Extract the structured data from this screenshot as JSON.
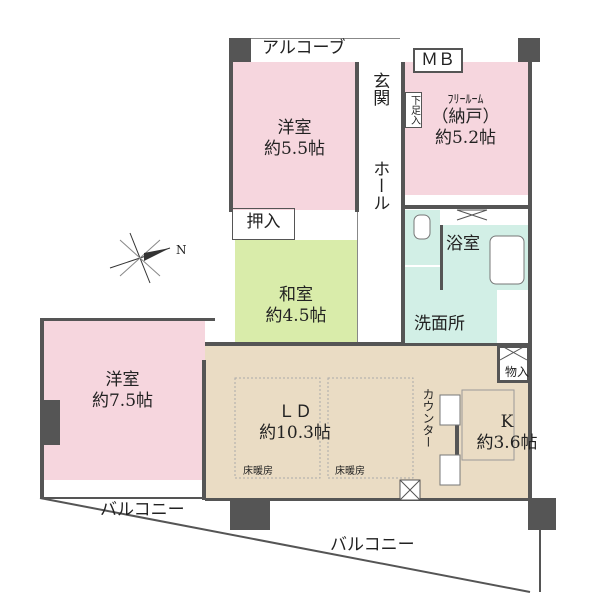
{
  "colors": {
    "western": "#f6d6de",
    "japanese": "#d9ecaa",
    "ldk": "#eadcc4",
    "water": "#d2efe6",
    "wall": "#555555"
  },
  "rooms": {
    "alcove": "アルコーブ",
    "mb": "ＭＢ",
    "entrance": "玄関",
    "shoe": "下足入",
    "hall": "ホール",
    "western1": {
      "name": "洋室",
      "size": "約5.5帖"
    },
    "free": {
      "name": "ﾌﾘｰﾙｰﾑ",
      "sub": "（納戸）",
      "size": "約5.2帖"
    },
    "closet": "押入",
    "japanese": {
      "name": "和室",
      "size": "約4.5帖"
    },
    "bath": "浴室",
    "wash": "洗面所",
    "storage": "物入",
    "western2": {
      "name": "洋室",
      "size": "約7.5帖"
    },
    "ld": {
      "name": "ＬＤ",
      "size": "約10.3帖"
    },
    "k": {
      "name": "K",
      "size": "約3.6帖"
    },
    "counter": "カウンター",
    "floorheat1": "床暖房",
    "floorheat2": "床暖房",
    "balcony1": "バルコニー",
    "balcony2": "バルコニー"
  },
  "compass": {
    "label": "N",
    "icon": "compass-rose-icon"
  }
}
